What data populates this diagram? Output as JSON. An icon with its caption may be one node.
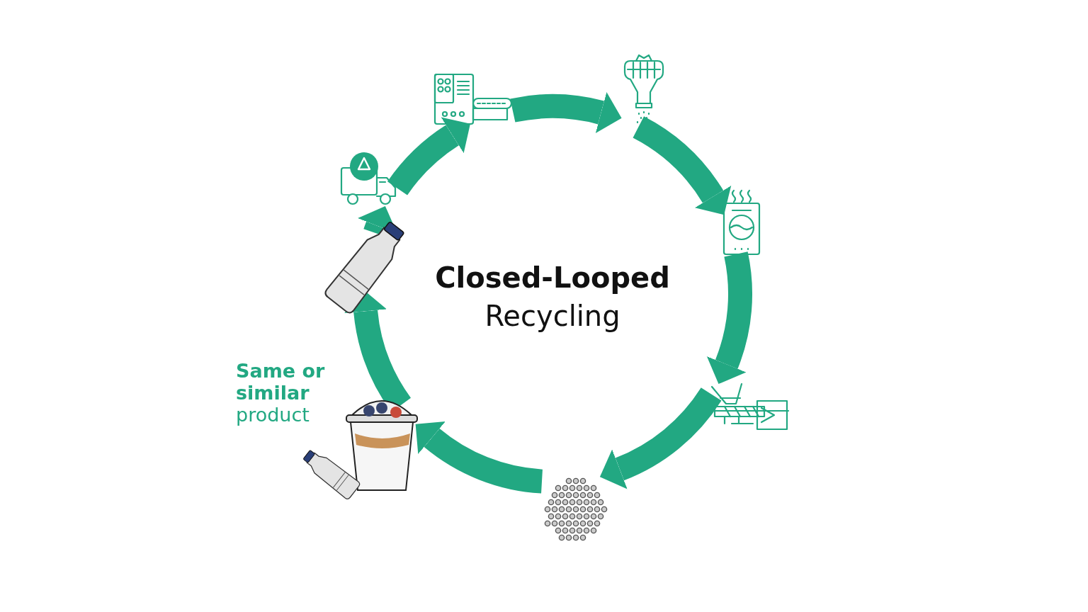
{
  "diagram": {
    "title": "**Closed-Looped** Recycling",
    "nodes": [
      {
        "text": [],
        "shape": "picture"
      },
      {
        "text": [],
        "shape": "picture"
      },
      {
        "text": [],
        "shape": "picture"
      },
      {
        "text": [],
        "shape": "picture"
      },
      {
        "text": [],
        "shape": "picture"
      },
      {
        "text": [],
        "shape": "picture"
      },
      {
        "text": [],
        "shape": "picture",
        "beside": [
          "**Same or similar** product"
        ]
      },
      {
        "text": [],
        "shape": "picture"
      }
    ],
    "edges": [
      {
        "from": 4,
        "to": 2,
        "arrow": "to"
      },
      {
        "from": 2,
        "to": 0,
        "arrow": "to"
      },
      {
        "from": 0,
        "to": 1,
        "arrow": "to"
      },
      {
        "from": 1,
        "to": 3,
        "arrow": "to"
      },
      {
        "from": 3,
        "to": 5,
        "arrow": "to"
      },
      {
        "from": 5,
        "to": 7,
        "arrow": "to"
      },
      {
        "from": 7,
        "to": 6,
        "arrow": "to"
      },
      {
        "from": 6,
        "to": 4,
        "arrow": "to"
      }
    ]
  }
}
